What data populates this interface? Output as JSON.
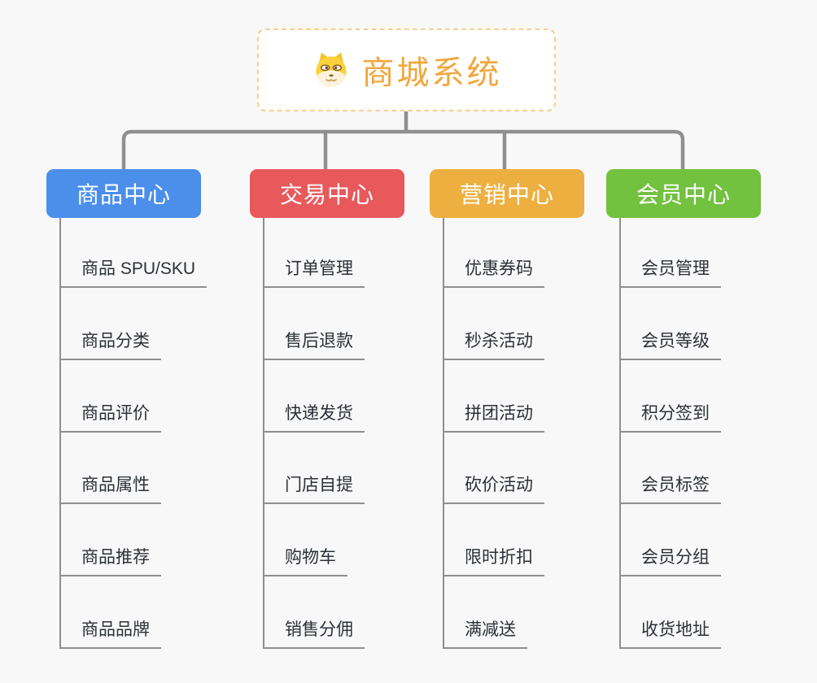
{
  "page": {
    "background": "#f8f8f8"
  },
  "connector_color": "#8f8f8f",
  "root": {
    "title": "商城系统",
    "icon": "dog-face-icon",
    "text_color": "#f0a73e",
    "border_color": "#f6cf8d"
  },
  "branches": [
    {
      "label": "商品中心",
      "color": "#4b8fea",
      "children": [
        "商品 SPU/SKU",
        "商品分类",
        "商品评价",
        "商品属性",
        "商品推荐",
        "商品品牌"
      ]
    },
    {
      "label": "交易中心",
      "color": "#e8595c",
      "children": [
        "订单管理",
        "售后退款",
        "快递发货",
        "门店自提",
        "购物车",
        "销售分佣"
      ]
    },
    {
      "label": "营销中心",
      "color": "#eeaf41",
      "children": [
        "优惠券码",
        "秒杀活动",
        "拼团活动",
        "砍价活动",
        "限时折扣",
        "满减送"
      ]
    },
    {
      "label": "会员中心",
      "color": "#72c13f",
      "children": [
        "会员管理",
        "会员等级",
        "积分签到",
        "会员标签",
        "会员分组",
        "收货地址"
      ]
    }
  ]
}
